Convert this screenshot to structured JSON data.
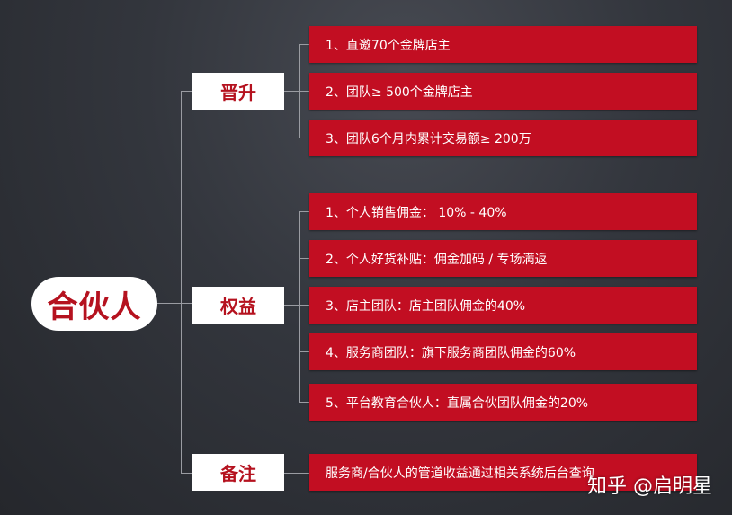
{
  "root": "合伙人",
  "categories": [
    {
      "label": "晋升",
      "items": [
        "1、直邀70个金牌店主",
        "2、团队≥ 500个金牌店主",
        "3、团队6个月内累计交易额≥ 200万"
      ]
    },
    {
      "label": "权益",
      "items": [
        "1、个人销售佣金： 10% - 40%",
        "2、个人好货补贴：佣金加码 / 专场满返",
        "3、店主团队：店主团队佣金的40%",
        "4、服务商团队：旗下服务商团队佣金的60%",
        "5、平台教育合伙人：直属合伙团队佣金的20%"
      ]
    },
    {
      "label": "备注",
      "items": [
        "服务商/合伙人的管道收益通过相关系统后台查询"
      ]
    }
  ],
  "watermark": "知乎 @启明星"
}
